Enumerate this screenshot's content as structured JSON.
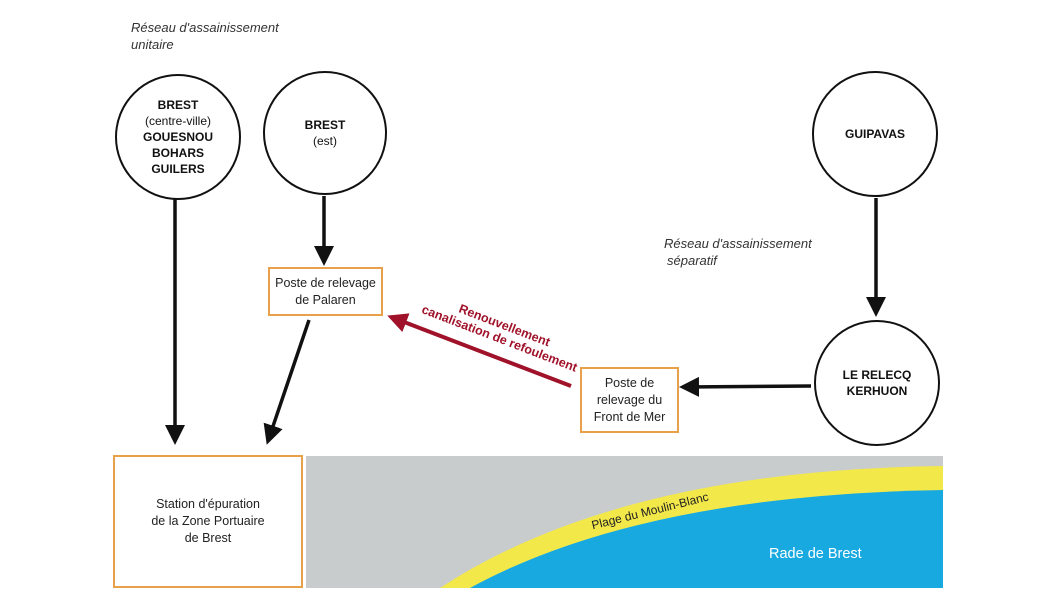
{
  "notes": {
    "unitaire_line1": "Réseau d'assainissement",
    "unitaire_line2": "unitaire",
    "separatif_line1": "Réseau d'assainissement",
    "separatif_line2": "séparatif"
  },
  "nodes": {
    "brest_centre": {
      "line1": "BREST",
      "line2": "(centre-ville)",
      "line3": "GOUESNOU",
      "line4": "BOHARS",
      "line5": "GUILERS"
    },
    "brest_est": {
      "line1": "BREST",
      "line2": "(est)"
    },
    "guipavas": {
      "line1": "GUIPAVAS"
    },
    "relecq": {
      "line1": "LE RELECQ",
      "line2": "KERHUON"
    }
  },
  "boxes": {
    "palaren": {
      "line1": "Poste de relevage",
      "line2": "de Palaren"
    },
    "front_de_mer": {
      "line1": "Poste de",
      "line2": "relevage du",
      "line3": "Front de Mer"
    },
    "station": {
      "line1": "Station d'épuration",
      "line2": "de la Zone Portuaire",
      "line3": "de Brest"
    }
  },
  "renouvellement": {
    "line1": "Renouvellement",
    "line2": "canalisation de refoulement"
  },
  "map": {
    "plage": "Plage du Moulin-Blanc",
    "rade": "Rade de Brest"
  },
  "colors": {
    "box_border": "#e8a04a",
    "renouvellement": "#a0122a",
    "land": "#c9cccd",
    "beach": "#f3e84a",
    "sea": "#18a9e1"
  }
}
